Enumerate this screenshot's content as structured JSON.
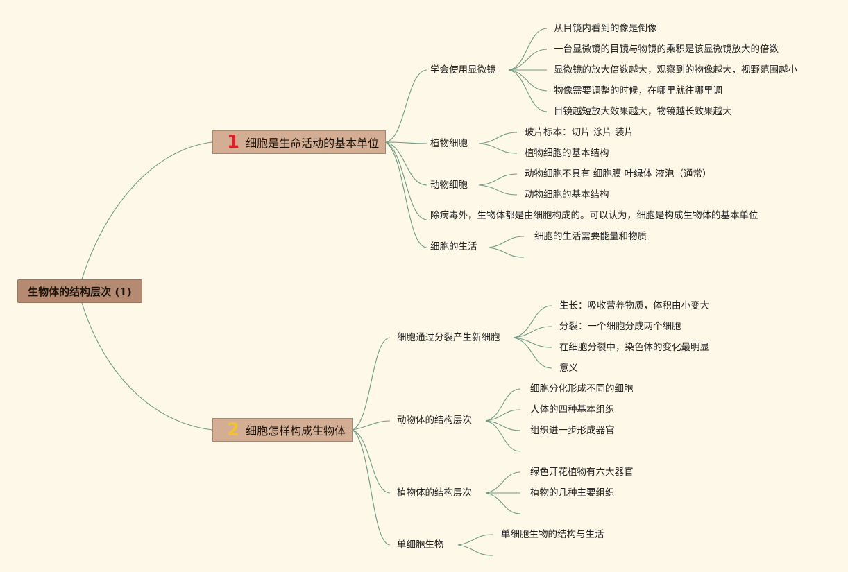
{
  "root": {
    "label": "生物体的结构层次 (1)"
  },
  "branch1": {
    "number": "1",
    "label": "细胞是生命活动的基本单位",
    "microscope": {
      "label": "学会使用显微镜",
      "items": [
        "从目镜内看到的像是倒像",
        "一台显微镜的目镜与物镜的乘积是该显微镜放大的倍数",
        "显微镜的放大倍数越大，观察到的物像越大，视野范围越小",
        "物像需要调整的时候，在哪里就往哪里调",
        "目镜越短放大效果越大，物镜越长效果越大"
      ]
    },
    "plant_cell": {
      "label": "植物细胞",
      "items": [
        "玻片标本：切片 涂片 装片",
        "植物细胞的基本结构"
      ]
    },
    "animal_cell": {
      "label": "动物细胞",
      "items": [
        "动物细胞不具有 细胞膜 叶绿体 液泡（通常）",
        "动物细胞的基本结构"
      ]
    },
    "virus_note": "除病毒外，生物体都是由细胞构成的。可以认为，细胞是构成生物体的基本单位",
    "cell_life": {
      "label": "细胞的生活",
      "items": [
        "细胞的生活需要能量和物质"
      ]
    }
  },
  "branch2": {
    "number": "2",
    "label": "细胞怎样构成生物体",
    "division": {
      "label": "细胞通过分裂产生新细胞",
      "items": [
        "生长：吸收营养物质，体积由小变大",
        "分裂：一个细胞分成两个细胞",
        "在细胞分裂中，染色体的变化最明显",
        "意义"
      ]
    },
    "animal_levels": {
      "label": "动物体的结构层次",
      "items": [
        "细胞分化形成不同的细胞",
        "人体的四种基本组织",
        "组织进一步形成器官"
      ]
    },
    "plant_levels": {
      "label": "植物体的结构层次",
      "items": [
        "绿色开花植物有六大器官",
        "植物的几种主要组织"
      ]
    },
    "unicellular": {
      "label": "单细胞生物",
      "items": [
        "单细胞生物的结构与生活"
      ]
    }
  },
  "colors": {
    "background": "#fdf8e8",
    "root_fill": "#b58a72",
    "main_fill": "#d4ae94",
    "line": "#6e9a84",
    "badge1": "#d8232a",
    "badge2": "#f2c230"
  }
}
